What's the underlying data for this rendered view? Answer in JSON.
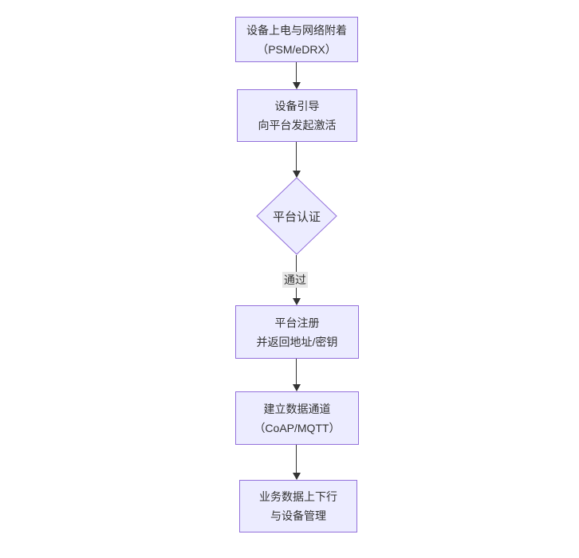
{
  "diagram": {
    "type": "flowchart-top-down",
    "colors": {
      "background": "#ffffff",
      "node_fill": "#ECECFF",
      "node_border": "#9370DB",
      "text": "#333333",
      "arrow": "#333333",
      "edge_label_bg": "#e8e8e8"
    },
    "nodes": [
      {
        "id": "power",
        "shape": "rect",
        "line1": "设备上电与网络附着",
        "line2": "（PSM/eDRX）"
      },
      {
        "id": "bootstrap",
        "shape": "rect",
        "line1": "设备引导",
        "line2": "向平台发起激活"
      },
      {
        "id": "auth",
        "shape": "diamond",
        "label": "平台认证"
      },
      {
        "id": "register",
        "shape": "rect",
        "line1": "平台注册",
        "line2": "并返回地址/密钥"
      },
      {
        "id": "channel",
        "shape": "rect",
        "line1": "建立数据通道",
        "line2": "（CoAP/MQTT）"
      },
      {
        "id": "business",
        "shape": "rect",
        "line1": "业务数据上下行",
        "line2": "与设备管理"
      }
    ],
    "edges": [
      {
        "from": "power",
        "to": "bootstrap",
        "label": ""
      },
      {
        "from": "bootstrap",
        "to": "auth",
        "label": ""
      },
      {
        "from": "auth",
        "to": "register",
        "label": "通过"
      },
      {
        "from": "register",
        "to": "channel",
        "label": ""
      },
      {
        "from": "channel",
        "to": "business",
        "label": ""
      }
    ],
    "edge_label_pass": "通过"
  }
}
